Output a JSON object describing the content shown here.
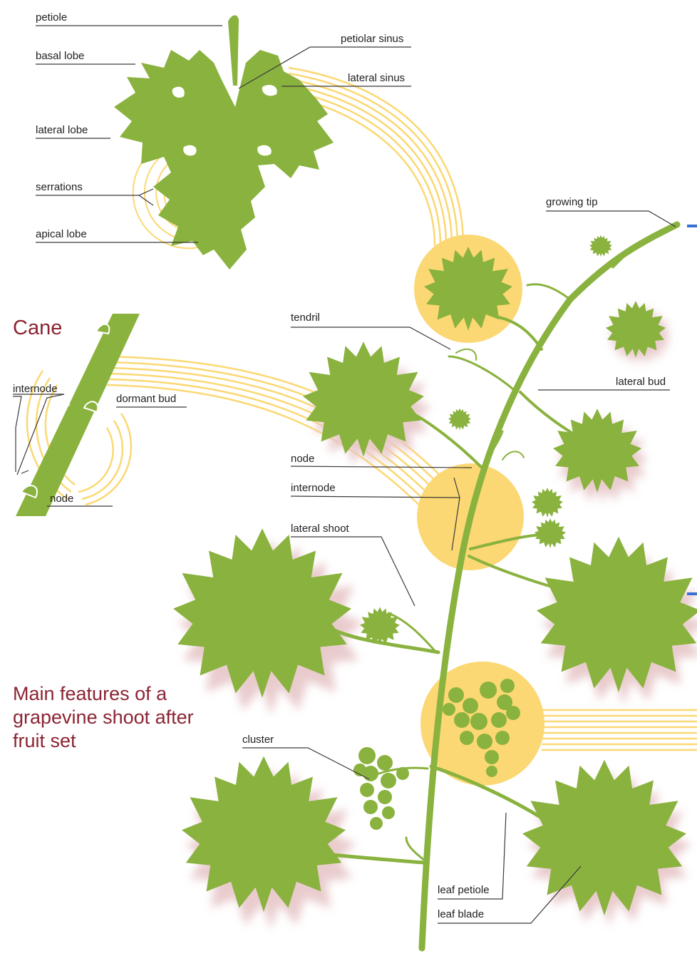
{
  "title": {
    "line1": "Main features of a",
    "line2": "grapevine shoot after",
    "line3": "fruit set"
  },
  "cane": {
    "title": "Cane",
    "labels": {
      "internode": "internode",
      "dormant_bud": "dormant bud",
      "node": "node"
    }
  },
  "leaf": {
    "labels": {
      "petiole": "petiole",
      "basal_lobe": "basal lobe",
      "lateral_lobe": "lateral lobe",
      "serrations": "serrations",
      "apical_lobe": "apical lobe",
      "petiolar_sinus": "petiolar sinus",
      "lateral_sinus": "lateral sinus"
    }
  },
  "shoot": {
    "labels": {
      "growing_tip": "growing tip",
      "tendril": "tendril",
      "lateral_bud": "lateral bud",
      "node": "node",
      "internode": "internode",
      "lateral_shoot": "lateral shoot",
      "cluster": "cluster",
      "leaf_petiole": "leaf petiole",
      "leaf_blade": "leaf blade"
    }
  },
  "colors": {
    "leaf_green": "#8ab23e",
    "highlight_yellow": "#fbd873",
    "title_red": "#8b2432",
    "shadow_pink": "#e7c6c8"
  }
}
